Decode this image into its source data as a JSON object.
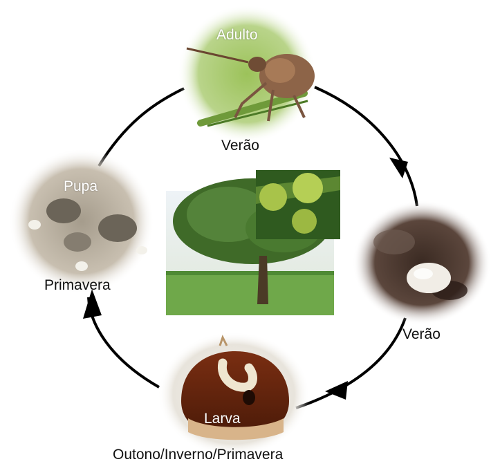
{
  "stages": {
    "adult": {
      "name": "Adulto",
      "season": "Verão"
    },
    "egg": {
      "season": "Verão"
    },
    "larva": {
      "name": "Larva",
      "season": "Outono/Inverno/Primavera"
    },
    "pupa": {
      "name": "Pupa",
      "season": "Primavera"
    }
  },
  "colors": {
    "arrow": "#000000",
    "text_on_photo": "#ffffff",
    "caption": "#111111"
  }
}
